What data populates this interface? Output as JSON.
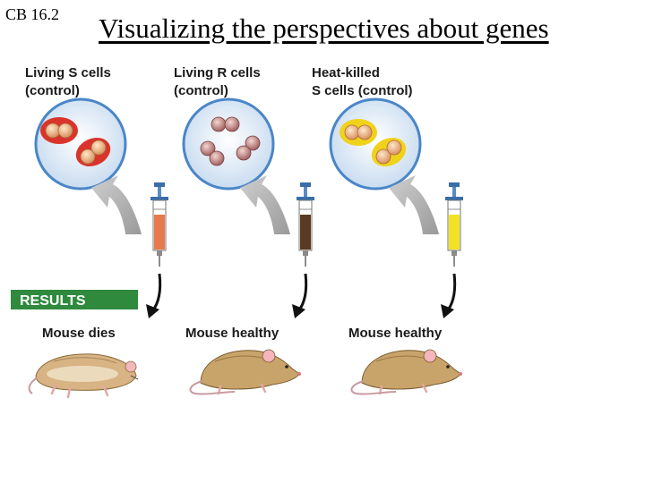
{
  "slide": {
    "number": "CB 16.2",
    "title": "Visualizing the perspectives about genes"
  },
  "figure": {
    "columns": [
      {
        "label_line1": "Living S cells",
        "label_line2": "(control)",
        "cell_type": "encapsulated-s-cells",
        "syringe_color": "#e77a4a",
        "outcome": "Mouse dies"
      },
      {
        "label_line1": "Living R cells",
        "label_line2": "(control)",
        "cell_type": "unencapsulated-r-cells",
        "syringe_color": "#5a3a22",
        "outcome": "Mouse healthy"
      },
      {
        "label_line1": "Heat-killed",
        "label_line2": "S cells (control)",
        "cell_type": "heat-killed-s-cells",
        "syringe_color": "#f2e224",
        "outcome": "Mouse healthy"
      }
    ],
    "results_label": "RESULTS",
    "colors": {
      "dish_fill": "#dfeaf6",
      "dish_stroke": "#4a86c8",
      "results_bar": "#2f8a3e",
      "mouse_fur": "#c9a46a"
    }
  }
}
